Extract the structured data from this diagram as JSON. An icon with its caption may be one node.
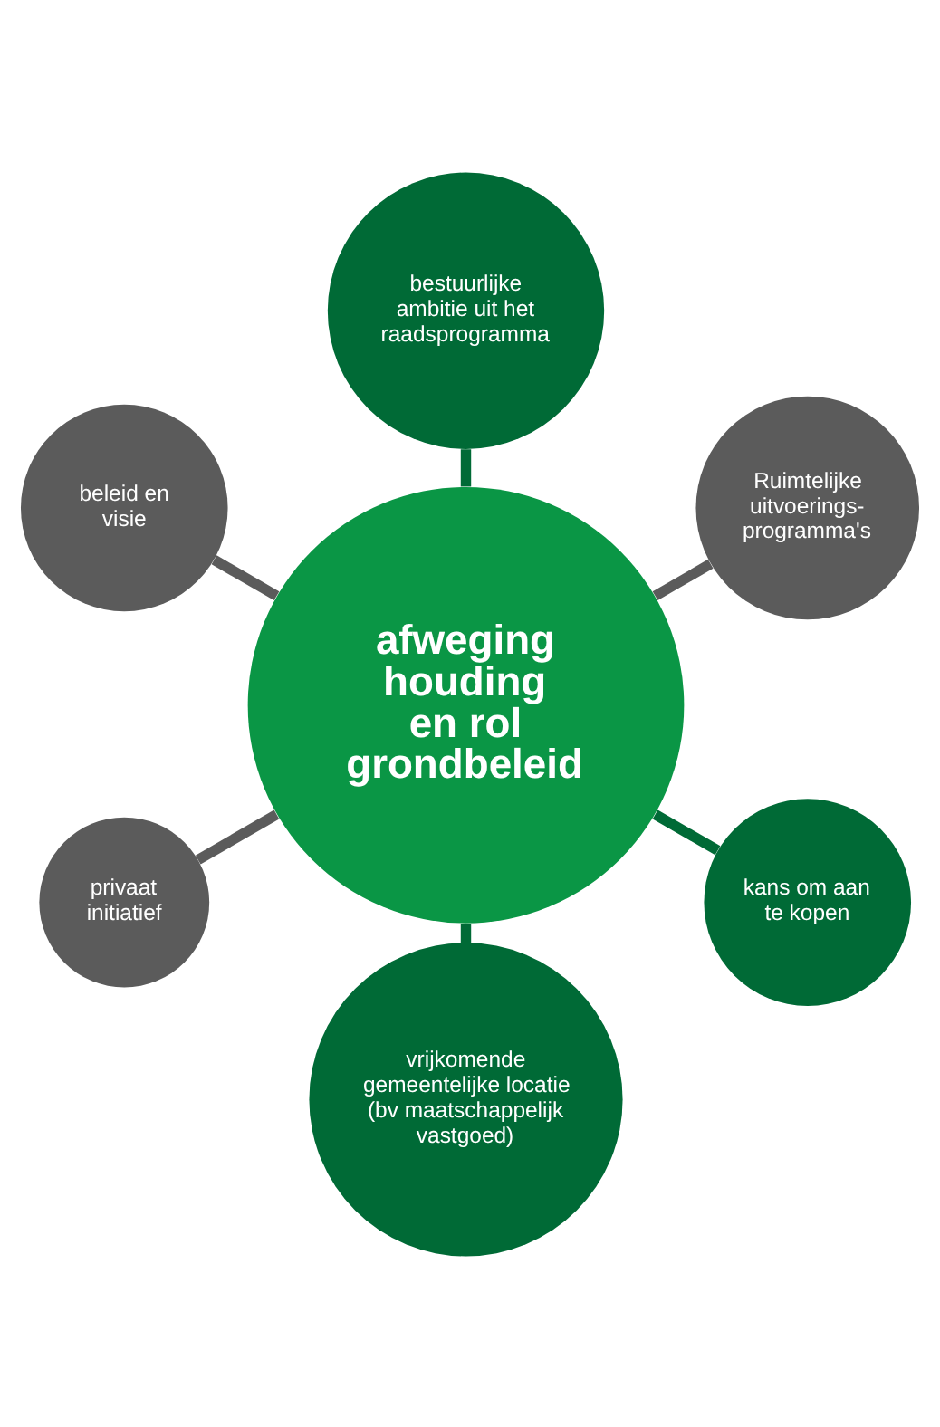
{
  "diagram": {
    "nodes": [
      {
        "text": [
          "bestuurlijke ambitie uit het raadsprogramma"
        ]
      },
      {
        "text": [
          "beleid en visie"
        ]
      },
      {
        "text": [
          "Ruimtelijke uitvoerings- programma's"
        ]
      },
      {
        "text": [
          "afweging houding en rol grondbeleid"
        ]
      },
      {
        "text": [
          "kans om aan te kopen"
        ]
      },
      {
        "text": [
          "vrijkomende gemeentelijke locatie (bv maatschappelijk vastgoed)"
        ]
      },
      {
        "text": [
          "privaat initiatief"
        ]
      }
    ],
    "edges": [
      {
        "from": 3,
        "to": 0,
        "arrow": "none",
        "color": "#006a36"
      },
      {
        "from": 3,
        "to": 2,
        "arrow": "none",
        "color": "#5b5b5b"
      },
      {
        "from": 3,
        "to": 4,
        "arrow": "none",
        "color": "#006a36"
      },
      {
        "from": 3,
        "to": 5,
        "arrow": "none",
        "color": "#006a36"
      },
      {
        "from": 3,
        "to": 6,
        "arrow": "none",
        "color": "#5b5b5b"
      },
      {
        "from": 3,
        "to": 1,
        "arrow": "none",
        "color": "#5b5b5b"
      }
    ]
  }
}
